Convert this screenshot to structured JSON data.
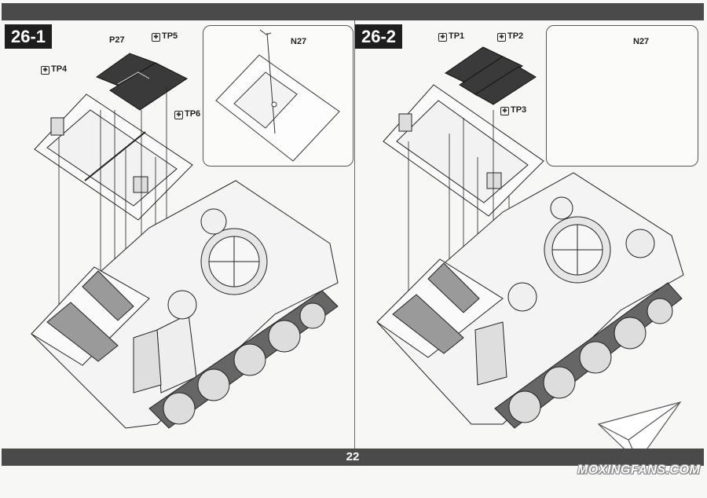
{
  "page": {
    "number": "22"
  },
  "steps": [
    {
      "label": "26-1",
      "parts": {
        "p27": "P27",
        "tp4": "TP4",
        "tp5": "TP5",
        "tp6": "TP6",
        "n27": "N27"
      }
    },
    {
      "label": "26-2",
      "parts": {
        "tp1": "TP1",
        "tp2": "TP2",
        "tp3": "TP3",
        "n27": "N27"
      }
    }
  ],
  "watermark": "MOXINGFANS.COM",
  "icons": {
    "photo_etch_tag": "photo-etch-icon",
    "logo": "paper-plane-logo"
  },
  "colors": {
    "bar": "#4a4a4a",
    "label_bg": "#1e1e1e",
    "plate": "#3a3a3a"
  }
}
